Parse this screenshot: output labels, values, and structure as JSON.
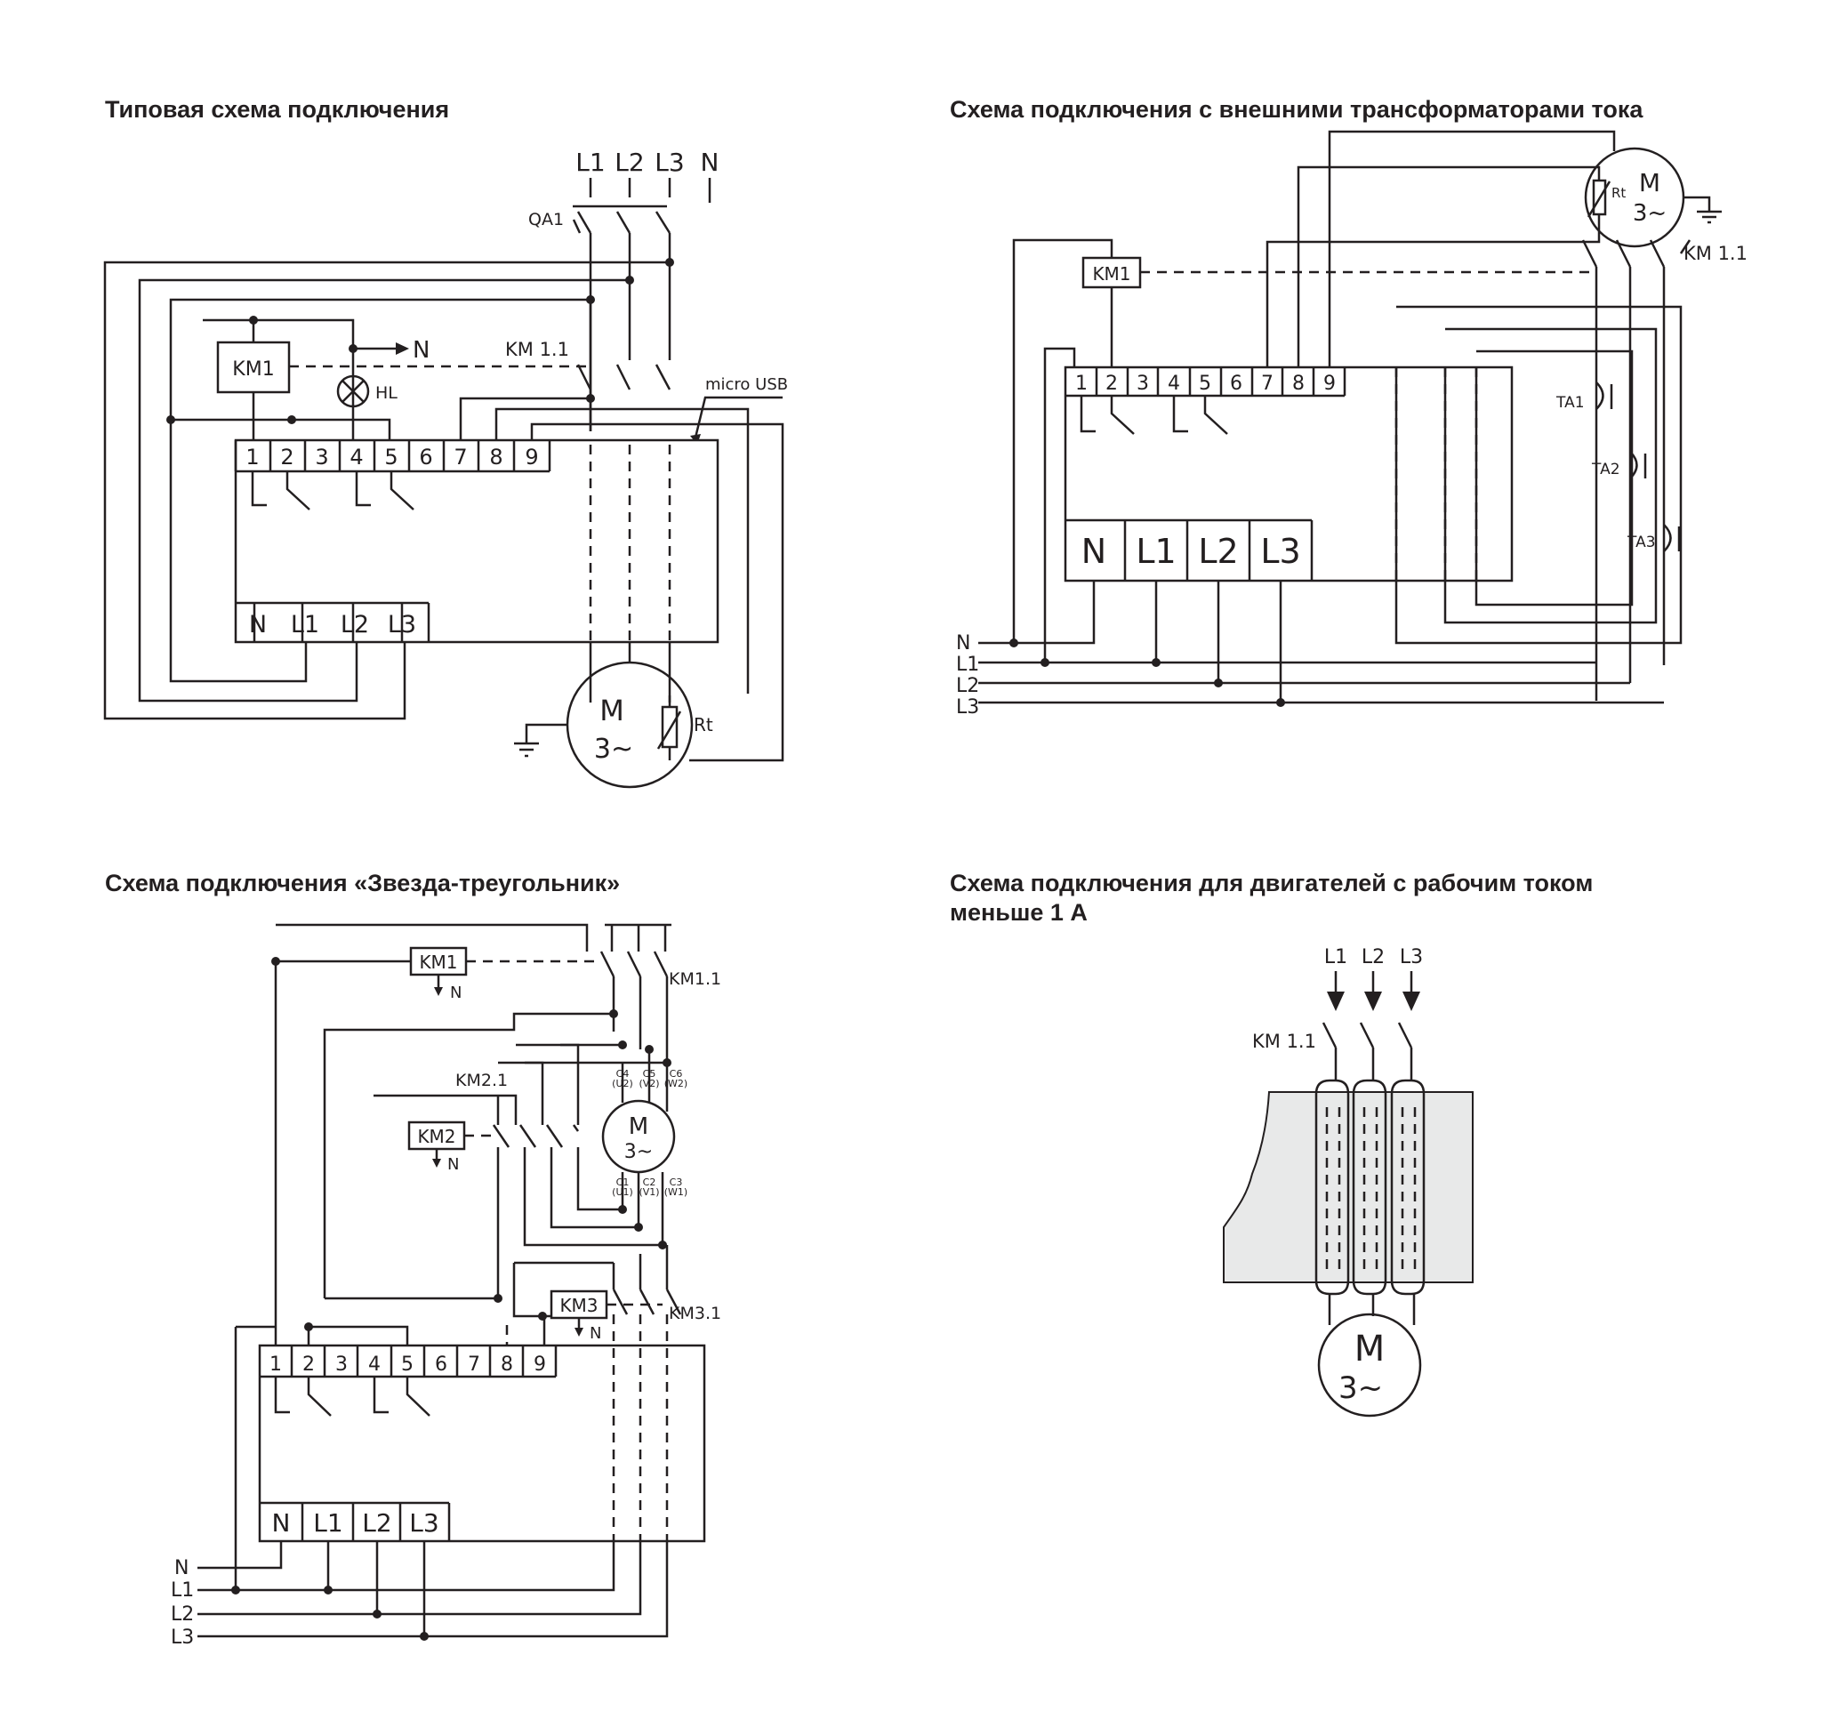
{
  "colors": {
    "ink": "#231f20",
    "panel_fill": "#e8e9e9",
    "background": "#ffffff"
  },
  "diagram1": {
    "title": "Типовая схема подключения",
    "phases": [
      "L1",
      "L2",
      "L3",
      "N"
    ],
    "breaker": "QA1",
    "coil": "KM1",
    "lamp": "HL",
    "arrow_label": "N",
    "contact": "KM 1.1",
    "usb": "micro USB",
    "terminals": [
      "1",
      "2",
      "3",
      "4",
      "5",
      "6",
      "7",
      "8",
      "9"
    ],
    "inputs": [
      "N",
      "L1",
      "L2",
      "L3"
    ],
    "motor": [
      "M",
      "3~"
    ],
    "thermistor": "Rt"
  },
  "diagram2": {
    "title": "Схема подключения с внешними трансформаторами тока",
    "coil": "KM1",
    "contact": "KM 1.1",
    "terminals": [
      "1",
      "2",
      "3",
      "4",
      "5",
      "6",
      "7",
      "8",
      "9"
    ],
    "inputs": [
      "N",
      "L1",
      "L2",
      "L3"
    ],
    "lines": [
      "N",
      "L1",
      "L2",
      "L3"
    ],
    "transformers": [
      "TA1",
      "TA2",
      "TA3"
    ],
    "motor": [
      "M",
      "3~"
    ],
    "thermistor": "Rt"
  },
  "diagram3": {
    "title": "Схема подключения «Звезда-треугольник»",
    "coils": [
      "KM1",
      "KM2",
      "KM3"
    ],
    "coil_return": "N",
    "contacts": [
      "KM1.1",
      "KM2.1",
      "KM3.1"
    ],
    "motor": [
      "M",
      "3~"
    ],
    "windings_top": [
      [
        "C4",
        "(U2)"
      ],
      [
        "C5",
        "(V2)"
      ],
      [
        "C6",
        "(W2)"
      ]
    ],
    "windings_bottom": [
      [
        "C1",
        "(U1)"
      ],
      [
        "C2",
        "(V1)"
      ],
      [
        "C3",
        "(W1)"
      ]
    ],
    "terminals": [
      "1",
      "2",
      "3",
      "4",
      "5",
      "6",
      "7",
      "8",
      "9"
    ],
    "inputs": [
      "N",
      "L1",
      "L2",
      "L3"
    ],
    "lines": [
      "N",
      "L1",
      "L2",
      "L3"
    ]
  },
  "diagram4": {
    "title_line1": "Схема подключения для двигателей с рабочим током",
    "title_line2": "меньше 1 А",
    "phases": [
      "L1",
      "L2",
      "L3"
    ],
    "contact": "KM 1.1",
    "motor": [
      "M",
      "3~"
    ]
  }
}
